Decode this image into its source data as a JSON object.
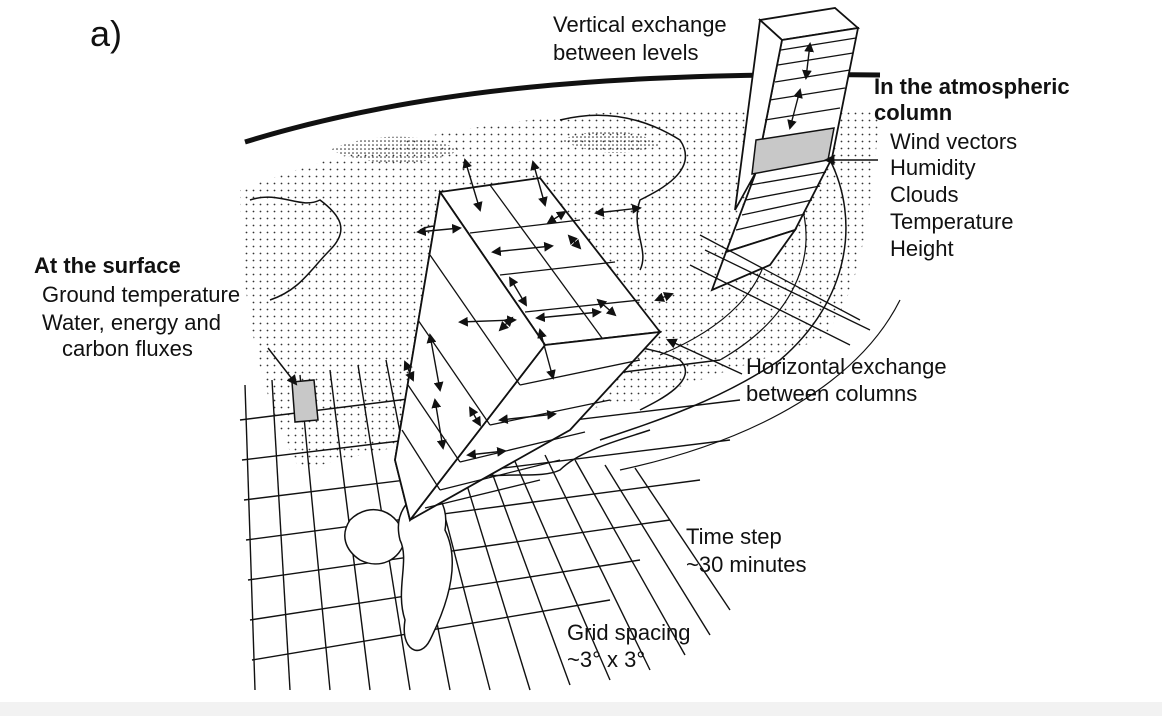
{
  "panel_label": "a)",
  "vertical_exchange": {
    "line1": "Vertical exchange",
    "line2": "between levels"
  },
  "atmospheric_column": {
    "title_line1": "In the atmospheric",
    "title_line2": "column",
    "items": [
      "Wind vectors",
      "Humidity",
      "Clouds",
      "Temperature",
      "Height"
    ]
  },
  "surface": {
    "title": "At the surface",
    "items": [
      "Ground temperature",
      "Water, energy and",
      "carbon fluxes"
    ]
  },
  "horizontal_exchange": {
    "line1": "Horizontal exchange",
    "line2": "between columns"
  },
  "time_step": {
    "line1": "Time step",
    "line2": "~30 minutes"
  },
  "grid_spacing": {
    "line1": "Grid spacing",
    "line2": "~3° x 3°"
  },
  "colors": {
    "ink": "#111111",
    "highlight": "#c8c8c8",
    "strip": "#f2f2f2"
  }
}
